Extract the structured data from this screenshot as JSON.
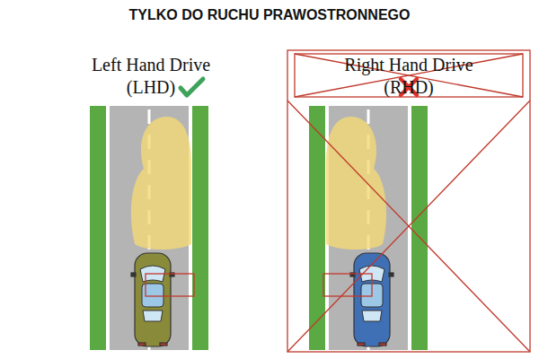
{
  "diagram": {
    "title": "TYLKO DO RUCHU PRAWOSTRONNEGO",
    "labels": [
      "Left Hand Drive (LHD)",
      "Right Hand Drive (RHD)"
    ]
  }
}
